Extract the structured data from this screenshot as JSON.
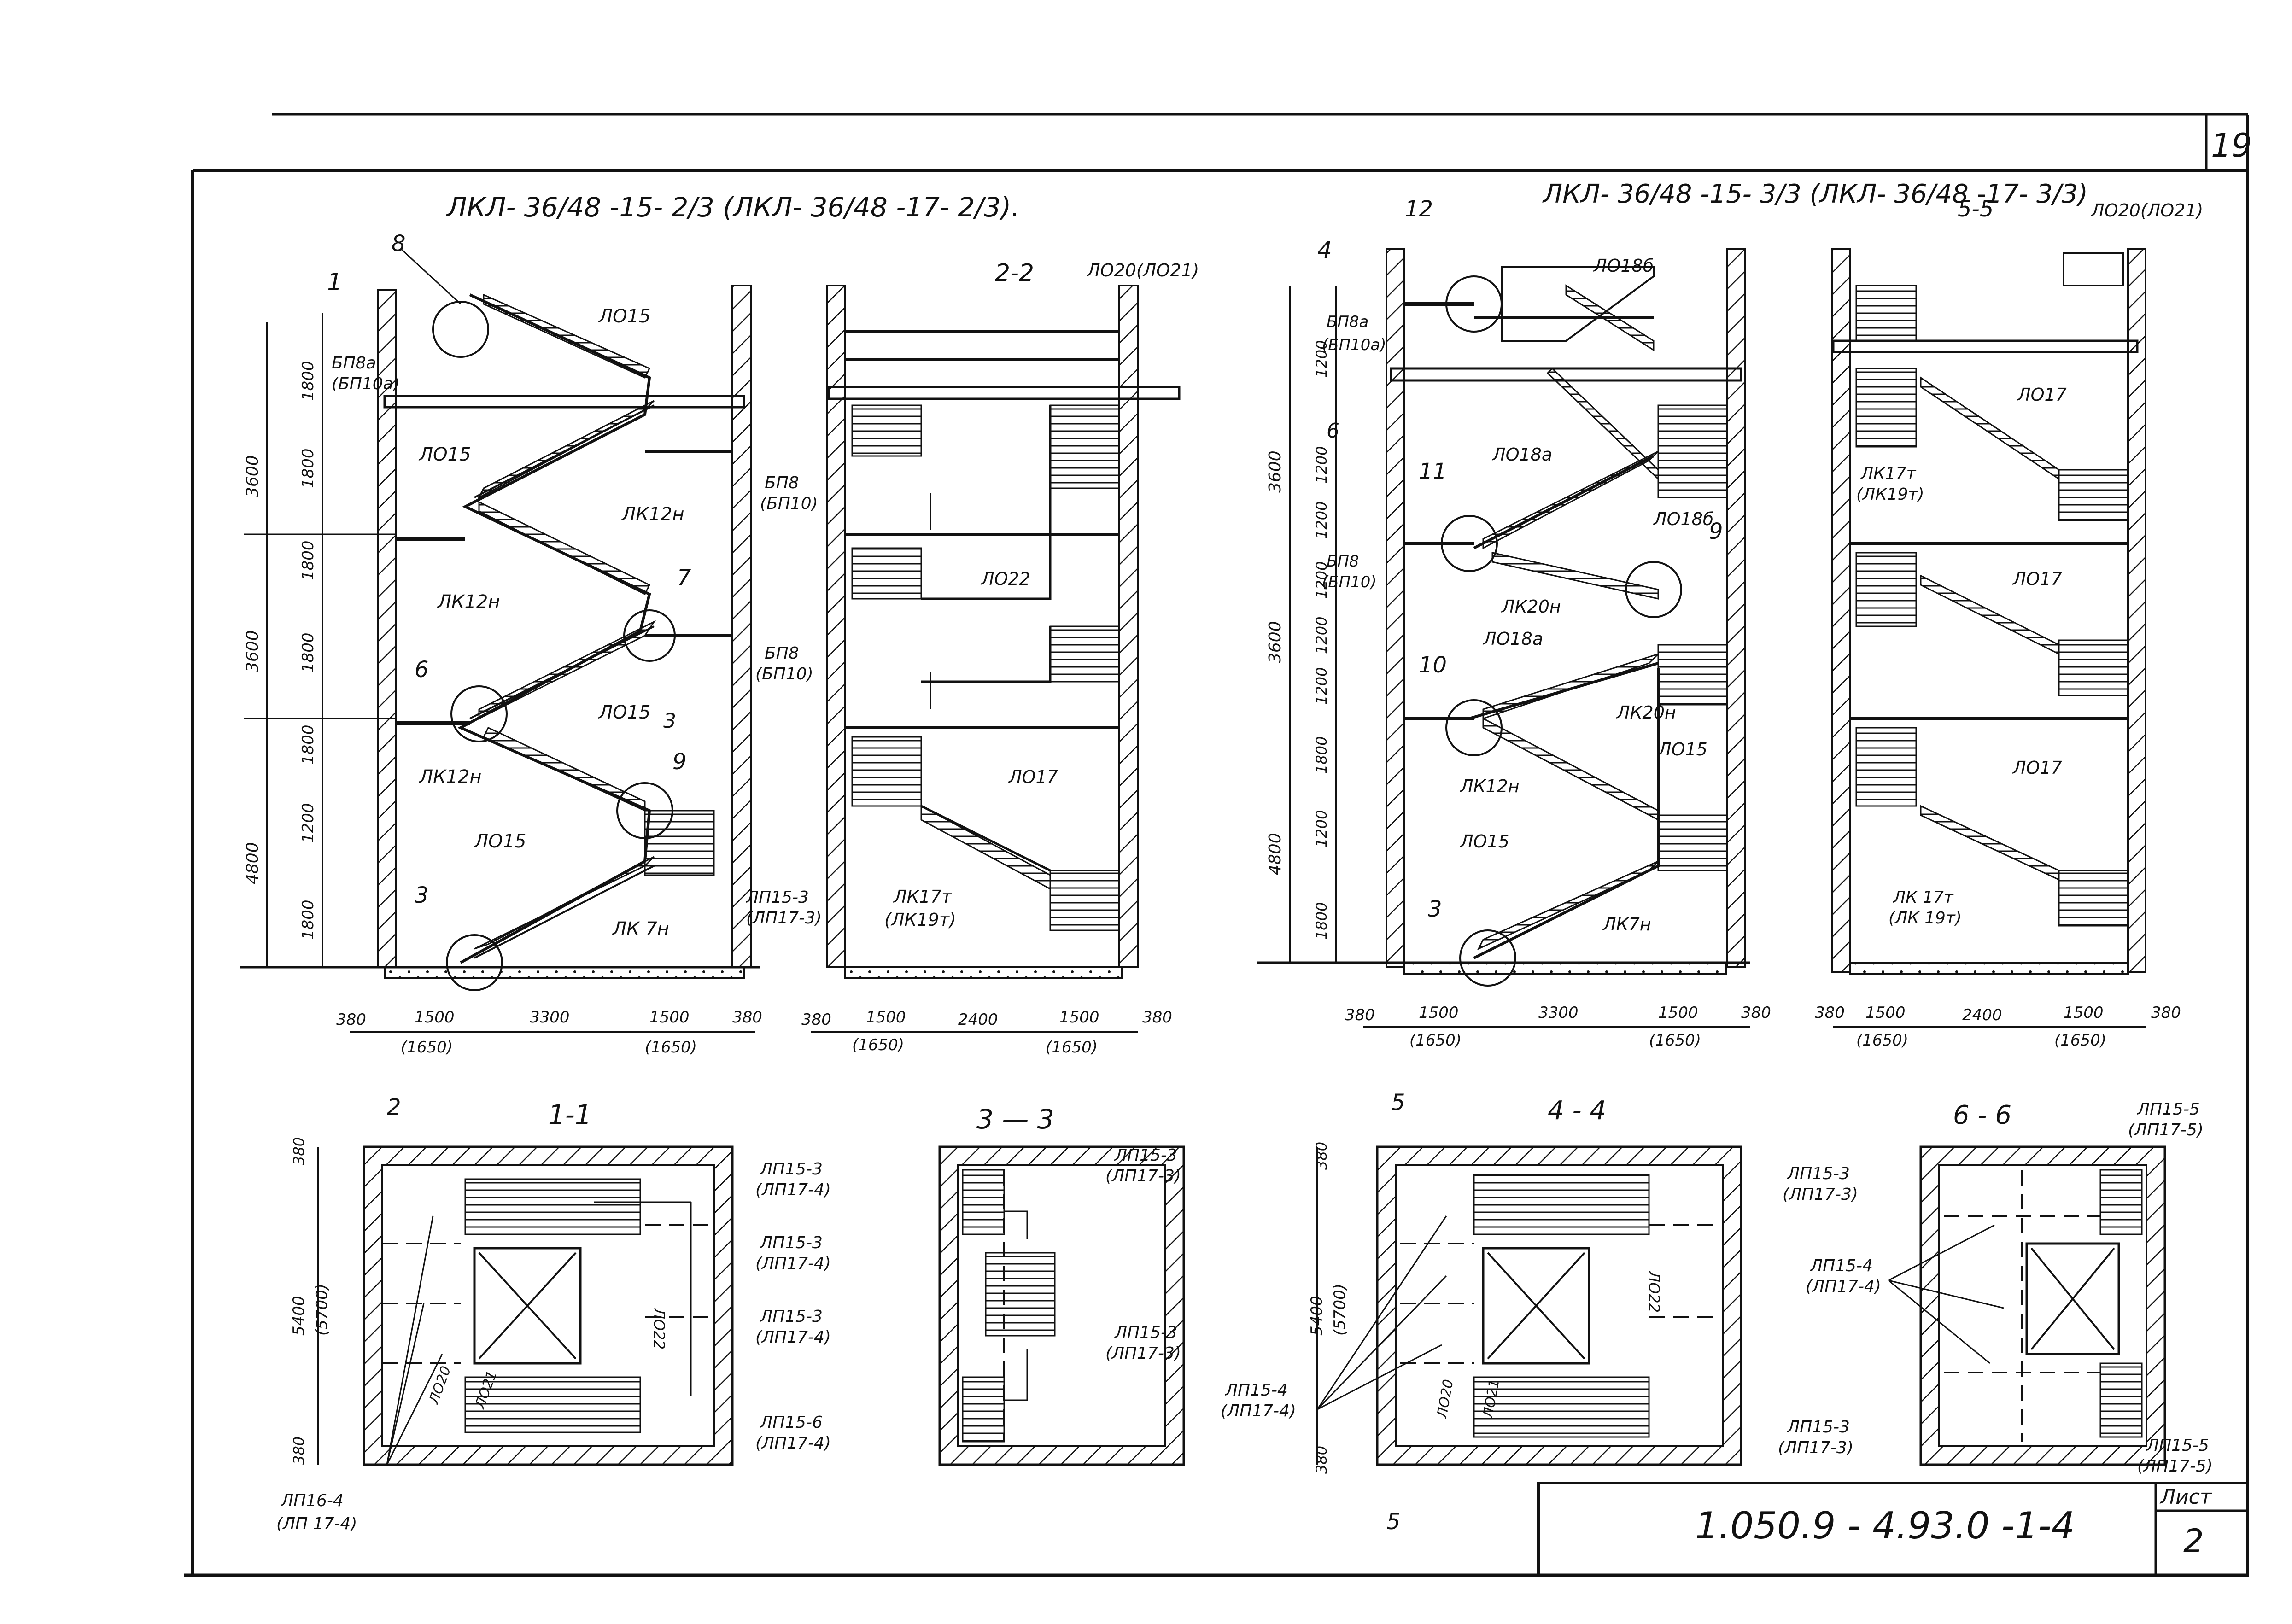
{
  "sheet": {
    "page_number": "19",
    "doc_code": "1.050.9 - 4.93.0 -1-4",
    "list_label": "Лист",
    "list_number": "2"
  },
  "left_group": {
    "title": "ЛКЛ- 36/48 -15- 2/3 (ЛКЛ- 36/48 -17- 2/3).",
    "section_1_1_label": "1",
    "section_2_2_title": "2-2",
    "callouts": {
      "c8": "8",
      "c7": "7",
      "c6": "6",
      "c9": "9",
      "c3": "3"
    },
    "labels": {
      "lo15_a": "ЛО15",
      "lo15_b": "ЛО15",
      "lo15_c": "ЛО15",
      "lo15_d": "ЛО15",
      "lk12n_a": "ЛК12н",
      "lk12n_b": "ЛК12н",
      "lk12n_c": "ЛК12н",
      "lk7n": "ЛК 7н",
      "bp8a": "БП8а",
      "bp10a": "(БП10а)",
      "bp8_a": "БП8",
      "bp10_a": "(БП10)",
      "bp8_b": "БП8",
      "bp10_b": "(БП10)",
      "lp15_3": "ЛП15-3",
      "lp17_3": "(ЛП17-3)",
      "lo20": "ЛО20(ЛО21)",
      "lo22": "ЛО22",
      "lo17": "ЛО17",
      "lk17t": "ЛК17т",
      "lk19t": "(ЛК19т)",
      "cut3": "3"
    },
    "dims_vertical": [
      "3600",
      "3600",
      "4800",
      "1800",
      "1800",
      "1800",
      "1800",
      "1800",
      "1200",
      "1800"
    ],
    "dims_bottom_1_1": [
      "380",
      "1500",
      "3300",
      "1500",
      "380",
      "(1650)",
      "(1650)"
    ],
    "dims_bottom_2_2": [
      "380",
      "1500",
      "2400",
      "1500",
      "380",
      "(1650)",
      "(1650)"
    ]
  },
  "right_group": {
    "title": "ЛКЛ- 36/48 -15- 3/3 (ЛКЛ- 36/48 -17- 3/3)",
    "section_5_5_title": "5-5",
    "callouts": {
      "c12": "12",
      "c11": "11",
      "c10": "10",
      "c9": "9",
      "c3": "3"
    },
    "labels": {
      "lo18b_a": "ЛО18б",
      "lo18a": "ЛО18а",
      "lo18b_b": "ЛО18б",
      "lo18a_b": "ЛО18а",
      "lk20n_a": "ЛК20н",
      "lk20n_b": "ЛК20н",
      "lo15_a": "ЛО15",
      "lo15_b": "ЛО15",
      "lk12n": "ЛК12н",
      "lk7n": "ЛК7н",
      "bp8a": "БП8а",
      "bp10a": "(БП10а)",
      "bp8": "БП8",
      "bp10": "(БП10)",
      "lo20": "ЛО20(ЛО21)",
      "lo17_a": "ЛО17",
      "lo17_b": "ЛО17",
      "lo17_c": "ЛО17",
      "lk17t_a": "ЛК17т",
      "lk19t_a": "(ЛК19т)",
      "lk17t_b": "ЛК 17т",
      "lk19t_b": "(ЛК 19т)",
      "cut4": "4",
      "cut6": "6"
    },
    "dims_vertical": [
      "3600",
      "3600",
      "4800",
      "1200",
      "1200",
      "1200",
      "1200",
      "1200",
      "1200",
      "1800",
      "1200",
      "1800"
    ],
    "dims_bottom_4_4": [
      "380",
      "1500",
      "3300",
      "1500",
      "380",
      "(1650)",
      "(1650)"
    ],
    "dims_bottom_5_5": [
      "380",
      "1500",
      "2400",
      "1500",
      "380",
      "(1650)",
      "(1650)"
    ]
  },
  "plans": {
    "p11": {
      "title": "1-1",
      "cut": "2",
      "dims": [
        "380",
        "5400",
        "(5700)",
        "380"
      ],
      "labels": [
        "ЛП15-3",
        "(ЛП17-4)",
        "ЛП15-3",
        "(ЛП17-4)",
        "ЛП15-3",
        "(ЛП17-4)",
        "ЛП15-6",
        "(ЛП17-4)",
        "ЛП16-4",
        "(ЛП 17-4)",
        "ЛО22",
        "ЛО20",
        "ЛО21"
      ]
    },
    "p33": {
      "title": "3 — 3",
      "labels": [
        "ЛП15-3",
        "(ЛП17-3)",
        "ЛП15-3",
        "(ЛП17-3)"
      ]
    },
    "p44": {
      "title": "4 - 4",
      "cut": "5",
      "dims": [
        "380",
        "5400",
        "(5700)",
        "380"
      ],
      "labels": [
        "ЛП15-3",
        "(ЛП17-3)",
        "ЛП15-4",
        "(ЛП17-4)",
        "ЛП15-3",
        "(ЛП17-3)",
        "ЛО22",
        "ЛО20",
        "ЛО21"
      ]
    },
    "p66": {
      "title": "6 - 6",
      "labels": [
        "ЛП15-5",
        "(ЛП17-5)",
        "ЛП15-4",
        "(ЛП17-4)",
        "ЛП15-5",
        "(ЛП17-5)"
      ]
    }
  }
}
